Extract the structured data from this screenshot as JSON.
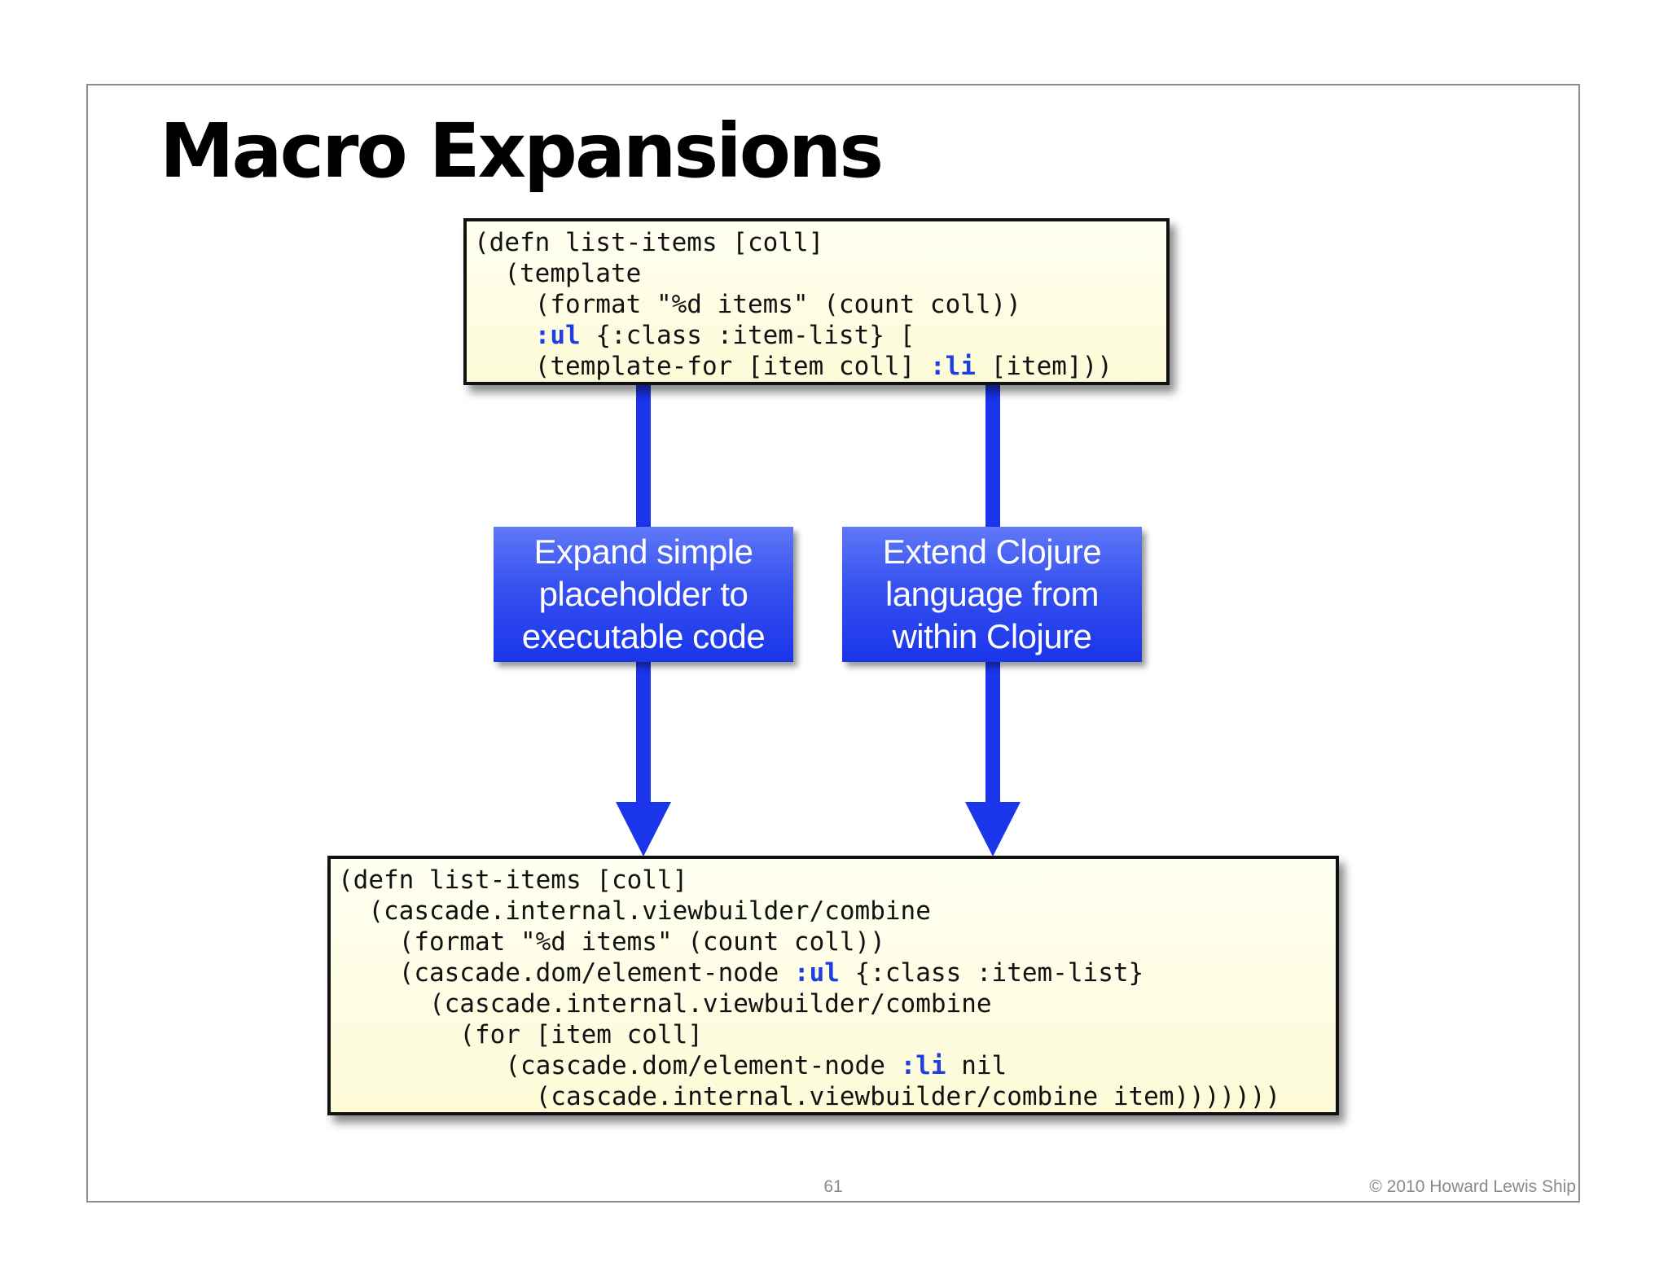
{
  "slide": {
    "title": "Macro Expansions",
    "page_number": "61",
    "copyright": "© 2010 Howard Lewis Ship"
  },
  "colors": {
    "arrow": "#1a35ea",
    "keyword": "#1c3ee3",
    "code_background": "#fdfbd7",
    "frame_border": "#8c8c8c"
  },
  "source_code": {
    "lines": [
      {
        "segments": [
          {
            "text": "(defn list-items [coll]"
          }
        ]
      },
      {
        "segments": [
          {
            "text": "  (template"
          }
        ]
      },
      {
        "segments": [
          {
            "text": "    (format \"%d items\" (count coll))"
          }
        ]
      },
      {
        "segments": [
          {
            "text": "    "
          },
          {
            "text": ":ul",
            "keyword": true
          },
          {
            "text": " {:class :item-list} ["
          }
        ]
      },
      {
        "segments": [
          {
            "text": "    (template-for [item coll] "
          },
          {
            "text": ":li",
            "keyword": true
          },
          {
            "text": " [item]))"
          }
        ]
      }
    ]
  },
  "expanded_code": {
    "lines": [
      {
        "segments": [
          {
            "text": "(defn list-items [coll]"
          }
        ]
      },
      {
        "segments": [
          {
            "text": "  (cascade.internal.viewbuilder/combine"
          }
        ]
      },
      {
        "segments": [
          {
            "text": "    (format \"%d items\" (count coll))"
          }
        ]
      },
      {
        "segments": [
          {
            "text": "    (cascade.dom/element-node "
          },
          {
            "text": ":ul",
            "keyword": true
          },
          {
            "text": " {:class :item-list}"
          }
        ]
      },
      {
        "segments": [
          {
            "text": "      (cascade.internal.viewbuilder/combine"
          }
        ]
      },
      {
        "segments": [
          {
            "text": "        (for [item coll]"
          }
        ]
      },
      {
        "segments": [
          {
            "text": "           (cascade.dom/element-node "
          },
          {
            "text": ":li",
            "keyword": true
          },
          {
            "text": " nil"
          }
        ]
      },
      {
        "segments": [
          {
            "text": "             (cascade.internal.viewbuilder/combine item)))))))"
          }
        ]
      }
    ]
  },
  "callouts": {
    "left": "Expand simple\nplaceholder to\nexecutable code",
    "right": "Extend Clojure\nlanguage from\nwithin Clojure"
  }
}
